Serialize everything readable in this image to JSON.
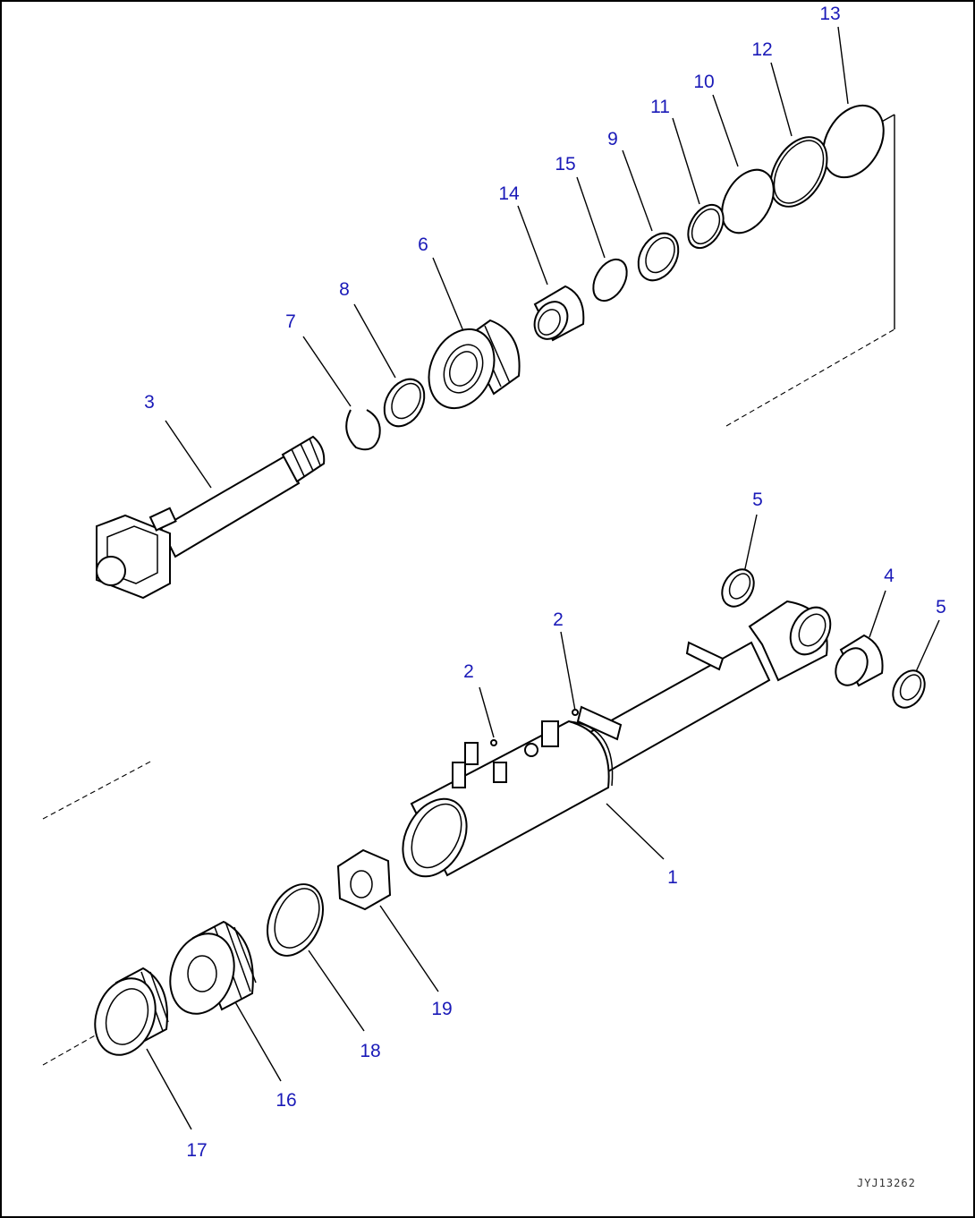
{
  "diagram": {
    "callouts": [
      {
        "id": "c13",
        "text": "13"
      },
      {
        "id": "c12",
        "text": "12"
      },
      {
        "id": "c10",
        "text": "10"
      },
      {
        "id": "c11",
        "text": "11"
      },
      {
        "id": "c9",
        "text": "9"
      },
      {
        "id": "c15",
        "text": "15"
      },
      {
        "id": "c14",
        "text": "14"
      },
      {
        "id": "c6",
        "text": "6"
      },
      {
        "id": "c8",
        "text": "8"
      },
      {
        "id": "c7",
        "text": "7"
      },
      {
        "id": "c3",
        "text": "3"
      },
      {
        "id": "c5a",
        "text": "5"
      },
      {
        "id": "c4",
        "text": "4"
      },
      {
        "id": "c5b",
        "text": "5"
      },
      {
        "id": "c2a",
        "text": "2"
      },
      {
        "id": "c2b",
        "text": "2"
      },
      {
        "id": "c1",
        "text": "1"
      },
      {
        "id": "c19",
        "text": "19"
      },
      {
        "id": "c18",
        "text": "18"
      },
      {
        "id": "c16",
        "text": "16"
      },
      {
        "id": "c17",
        "text": "17"
      }
    ],
    "drawing_code": "JYJ13262",
    "callout_color": "#1a1ab8"
  }
}
